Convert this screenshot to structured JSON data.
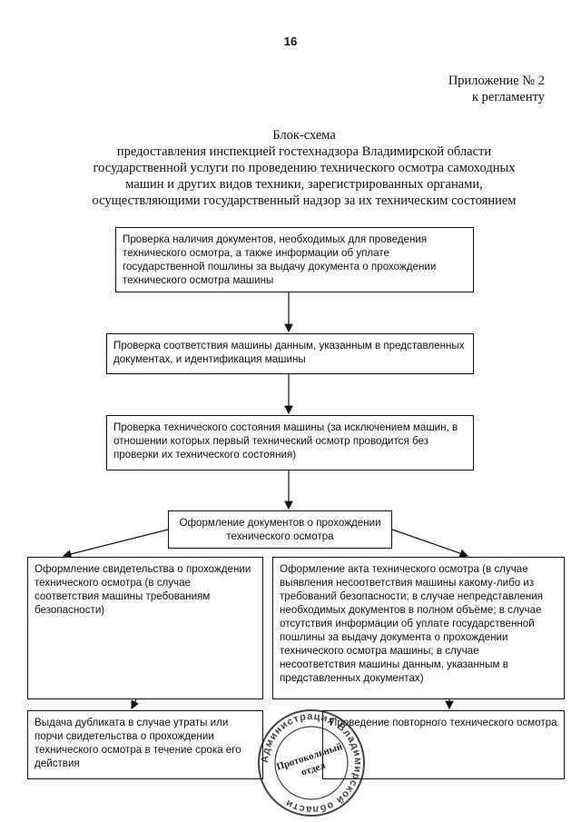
{
  "page_number": "16",
  "appendix": {
    "line1": "Приложение № 2",
    "line2": "к регламенту"
  },
  "title": {
    "line1": "Блок-схема",
    "line2": "предоставления инспекцией гостехнадзора Владимирской области",
    "line3": "государственной услуги  по проведению технического осмотра самоходных",
    "line4": "машин и других видов техники, зарегистрированных органами,",
    "line5": "осуществляющими государственный надзор за их техническим состоянием"
  },
  "steps": {
    "documents_check": "Проверка наличия документов, необходимых для проведения технического осмотра, а также информации об уплате государственной пошлины  за выдачу документа о прохождении технического осмотра машины",
    "machine_check": "Проверка соответствия машины данным, указанным в представленных документах, и идентификация машины",
    "technical_check": "Проверка технического состояния машины (за исключением машин, в отношении которых первый технический осмотр проводится  без проверки их технического состояния)",
    "paperwork": "Оформление документов о прохождении технического осмотра",
    "certificate": "Оформление свидетельства  о прохождении технического осмотра (в случае соответствия машины требованиям безопасности)",
    "act": "Оформление акта технического осмотра (в случае выявления несоответствия машины какому-либо из требований безопасности; в случае непредставления  необходимых  документов  в полном объёме; в случае отсутствия информации об уплате государственной пошлины за выдачу документа о прохождении технического осмотра машины; в случае несоответствия машины данным, указанным в представленных документах)",
    "duplicate": "Выдача дубликата в случае утраты или порчи свидетельства о прохождении технического осмотра в течение срока его действия",
    "repeat": "Проведение повторного технического осмотра"
  },
  "stamp": {
    "ring_text": "Администрация Владимирской области",
    "center_line1": "Протокольный",
    "center_line2": "отдел"
  }
}
